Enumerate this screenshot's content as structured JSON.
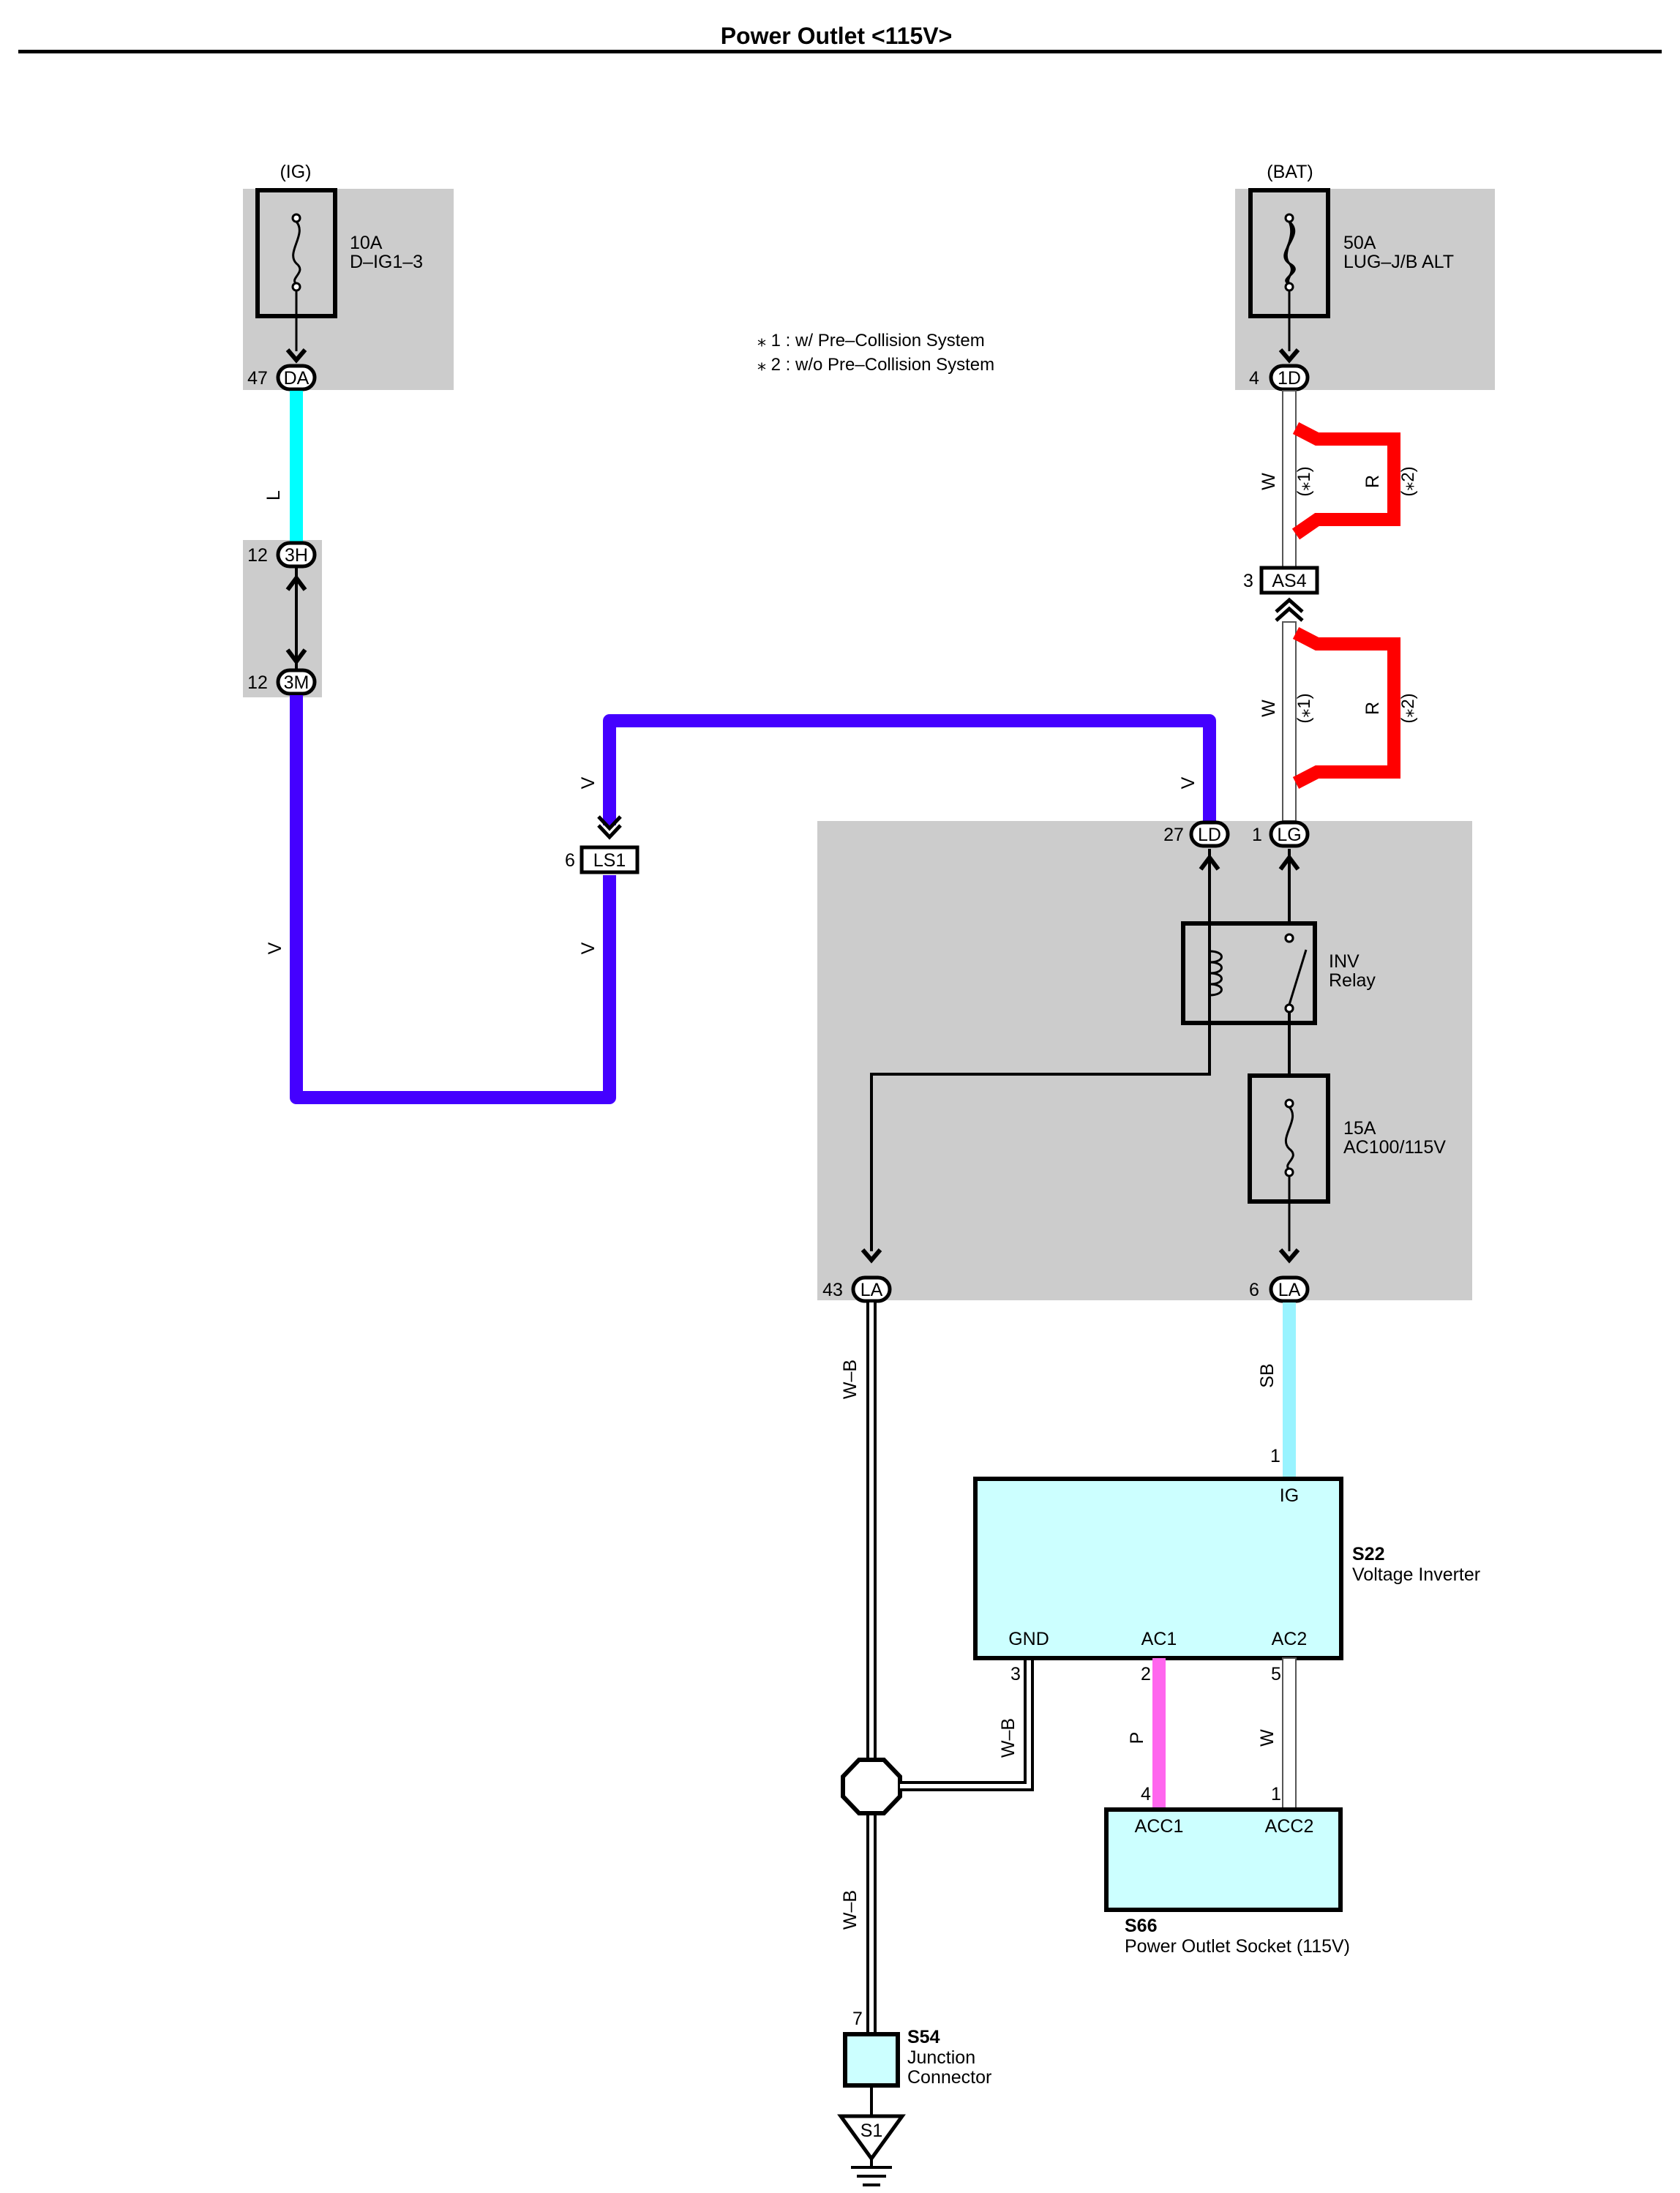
{
  "title": "Power Outlet <115V>",
  "notes": {
    "n1": "⁎ 1 : w/ Pre–Collision System",
    "n2": "⁎ 2 : w/o Pre–Collision System"
  },
  "sources": {
    "ig": "(IG)",
    "bat": "(BAT)"
  },
  "fuses": {
    "f1_amp": "10A",
    "f1_name": "D–IG1–3",
    "f2_amp": "50A",
    "f2_name": "LUG–J/B ALT",
    "f3_amp": "15A",
    "f3_name": "AC100/115V"
  },
  "relay": {
    "l1": "INV",
    "l2": "Relay"
  },
  "connectors": {
    "da": "DA",
    "da_pin": "47",
    "h3": "3H",
    "h3_pin": "12",
    "m3": "3M",
    "m3_pin": "12",
    "ls1": "LS1",
    "ls1_pin": "6",
    "d1": "1D",
    "d1_pin": "4",
    "as4": "AS4",
    "as4_pin": "3",
    "ld": "LD",
    "ld_pin": "27",
    "lg": "LG",
    "lg_pin": "1",
    "la1": "LA",
    "la1_pin": "43",
    "la2": "LA",
    "la2_pin": "6"
  },
  "wires": {
    "L": "L",
    "V": "V",
    "W": "W",
    "R": "R",
    "WB": "W–B",
    "SB": "SB",
    "P": "P",
    "star1": "(⁎1)",
    "star2": "(⁎2)"
  },
  "wire_colors": {
    "L": "#00ffff",
    "V": "#4400ff",
    "R": "#ff0000",
    "SB": "#99f3ff",
    "P": "#ff66ee",
    "W": "#ffffff"
  },
  "component_fill": "#ccffff",
  "box_fill": "#cccccc",
  "s22": {
    "code": "S22",
    "name": "Voltage Inverter",
    "ig": "IG",
    "ig_pin": "1",
    "gnd": "GND",
    "gnd_pin": "3",
    "ac1": "AC1",
    "ac1_pin": "2",
    "ac2": "AC2",
    "ac2_pin": "5"
  },
  "s66": {
    "code": "S66",
    "name": "Power Outlet Socket (115V)",
    "acc1": "ACC1",
    "acc1_pin": "4",
    "acc2": "ACC2",
    "acc2_pin": "1"
  },
  "s54": {
    "code": "S54",
    "l1": "Junction",
    "l2": "Connector",
    "pin": "7"
  },
  "ground": "S1"
}
